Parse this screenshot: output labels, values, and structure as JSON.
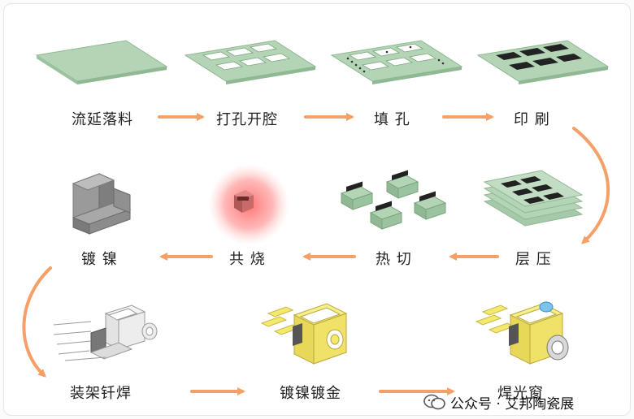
{
  "steps": [
    "流延落料",
    "打孔开腔",
    "填 孔",
    "印 刷",
    "层 压",
    "热 切",
    "共 烧",
    "镀 镍",
    "装架钎焊",
    "镀镍镀金",
    "焊光窗"
  ],
  "watermark": "公众号 · 艾邦陶瓷展",
  "colors": {
    "arrow": "#f4a068",
    "ceramic": "#b4d4b6",
    "ceramic_dark": "#8fb893",
    "metal": "#8c8c8c",
    "gold": "#f4e96c",
    "glow": "#ff9a9a"
  }
}
